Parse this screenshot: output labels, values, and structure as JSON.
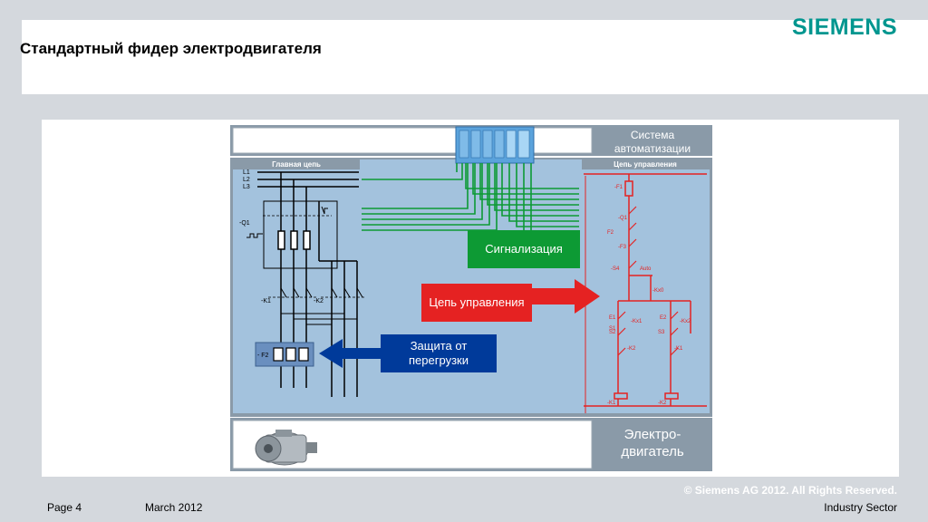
{
  "header": {
    "title": "Стандартный фидер электродвигателя",
    "logo": "SIEMENS"
  },
  "diagram": {
    "automation_system_label": "Система автоматизации",
    "main_circuit_label": "Главная цепь",
    "control_circuit_label": "Цепь управления",
    "signaling_label": "Сигнализация",
    "control_circuit_callout": "Цепь управления",
    "overload_protection_label": "Защита от перегрузки",
    "motor_label": "Электро-двигатель",
    "phase_labels": [
      "L1",
      "L2",
      "L3"
    ],
    "breaker_label": "-Q1",
    "contactor1_label": "-K1",
    "contactor2_label": "-K2",
    "overload_label": "- F2",
    "control_labels": {
      "f1": "-F1",
      "q1": "-Q1",
      "f2": "F2",
      "f3": "-F3",
      "s4": "-S4",
      "auto": "Auto",
      "k0": "-Kx0",
      "e1": "E1",
      "s1": "S1",
      "k11": "-Kx1",
      "e2": "E2",
      "k12": "-Kx2",
      "s2": "S2",
      "s3": "S3",
      "k2c": "-K2",
      "k1c": "-K1",
      "k1coil": "-K1",
      "k2coil": "-K2"
    },
    "colors": {
      "panel_blue": "#a3c2dd",
      "header_gray": "#8a9aa8",
      "signal_green": "#0d9a34",
      "control_red": "#e52222",
      "overload_blue": "#003a9a",
      "plc_blue": "#5ba3dc"
    }
  },
  "footer": {
    "page": "Page 4",
    "date": "March 2012",
    "copyright": "© Siemens AG 2012. All Rights Reserved.",
    "sector": "Industry Sector"
  }
}
